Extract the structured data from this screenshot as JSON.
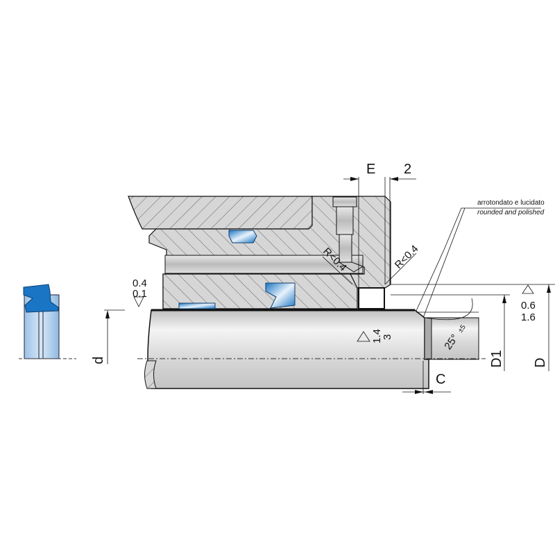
{
  "dimensions": {
    "E": "E",
    "two": "2",
    "radius_left": "R<0.4",
    "radius_right": "R<0.4",
    "d": "d",
    "D1": "D1",
    "D": "D",
    "C": "C",
    "angle": "25°",
    "angle_tol": "±5"
  },
  "surface_roughness": {
    "housing_top": "0.4",
    "housing_bottom": "0.1",
    "bore_top": "0.6",
    "bore_bottom": "1.6",
    "rod_top": "1.4",
    "rod_bottom": "3"
  },
  "note": {
    "italian": "arrotondato e lucidato",
    "english": "rounded and polished"
  },
  "colors": {
    "seal_blue": "#1a75c4",
    "metal_grey": "#d4d4d4",
    "line": "#111111"
  }
}
